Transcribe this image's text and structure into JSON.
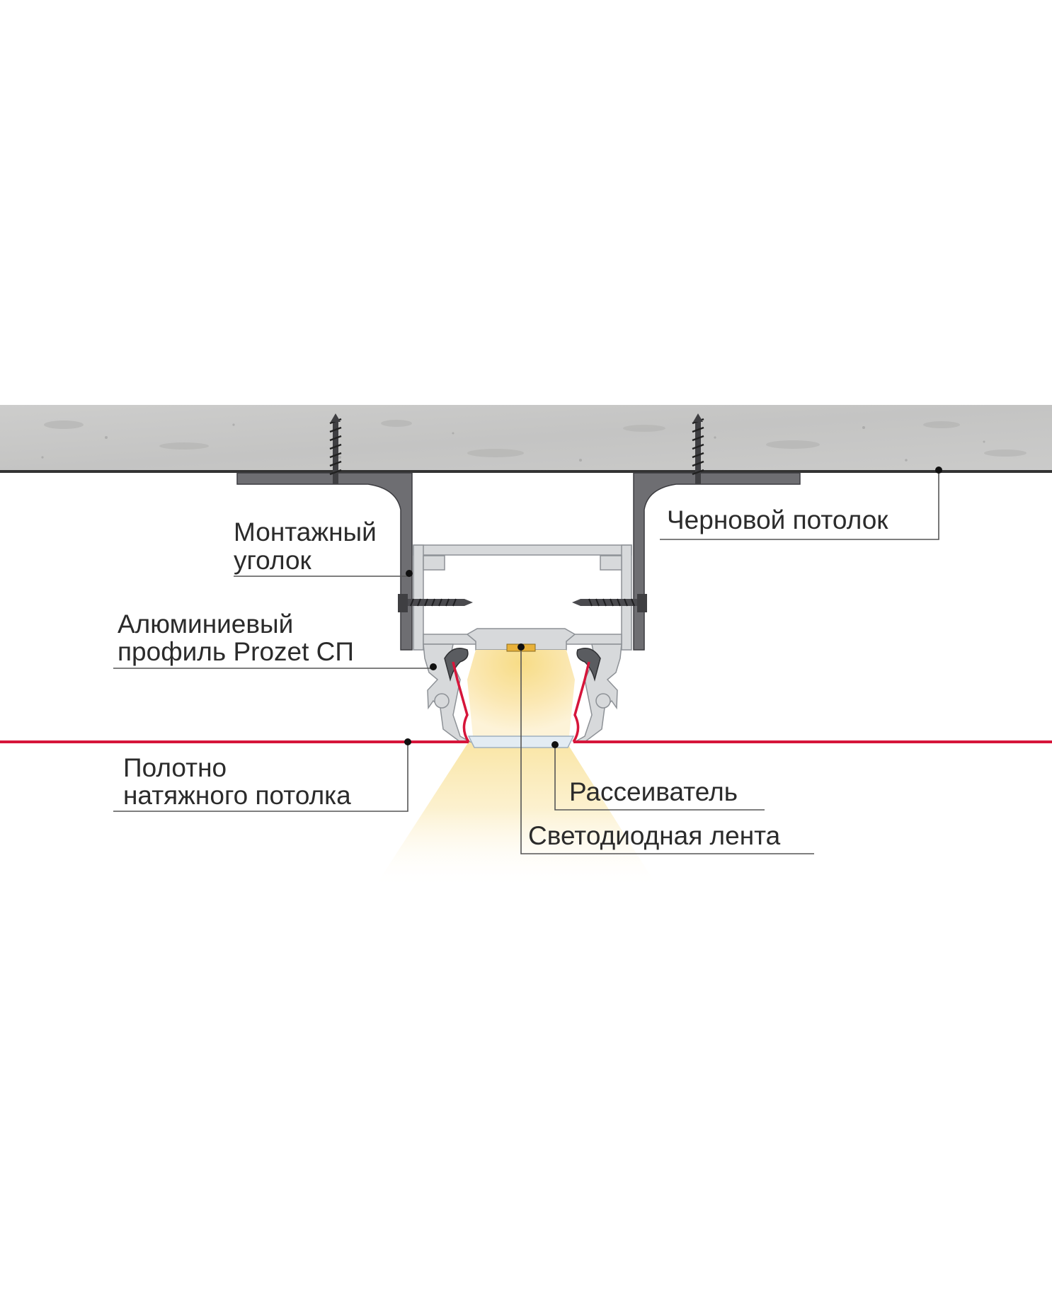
{
  "labels": {
    "rough_ceiling": "Черновой потолок",
    "mounting_bracket_line1": "Монтажный",
    "mounting_bracket_line2": "уголок",
    "profile_line1": "Алюминиевый",
    "profile_line2": "профиль Prozet СП",
    "membrane_line1": "Полотно",
    "membrane_line2": "натяжного потолка",
    "diffuser": "Рассеиватель",
    "led_strip": "Светодиодная лента"
  },
  "colors": {
    "concrete": "#c9c9c8",
    "concrete_dark": "#a9a9a8",
    "bracket": "#6e6e72",
    "profile": "#d7d9db",
    "profile_stroke": "#8d9196",
    "membrane": "#d6153a",
    "light": "#fbe7a6",
    "diffuser": "#e3ecf3",
    "label_text": "#2b2b2b",
    "leader_line": "#555555"
  }
}
